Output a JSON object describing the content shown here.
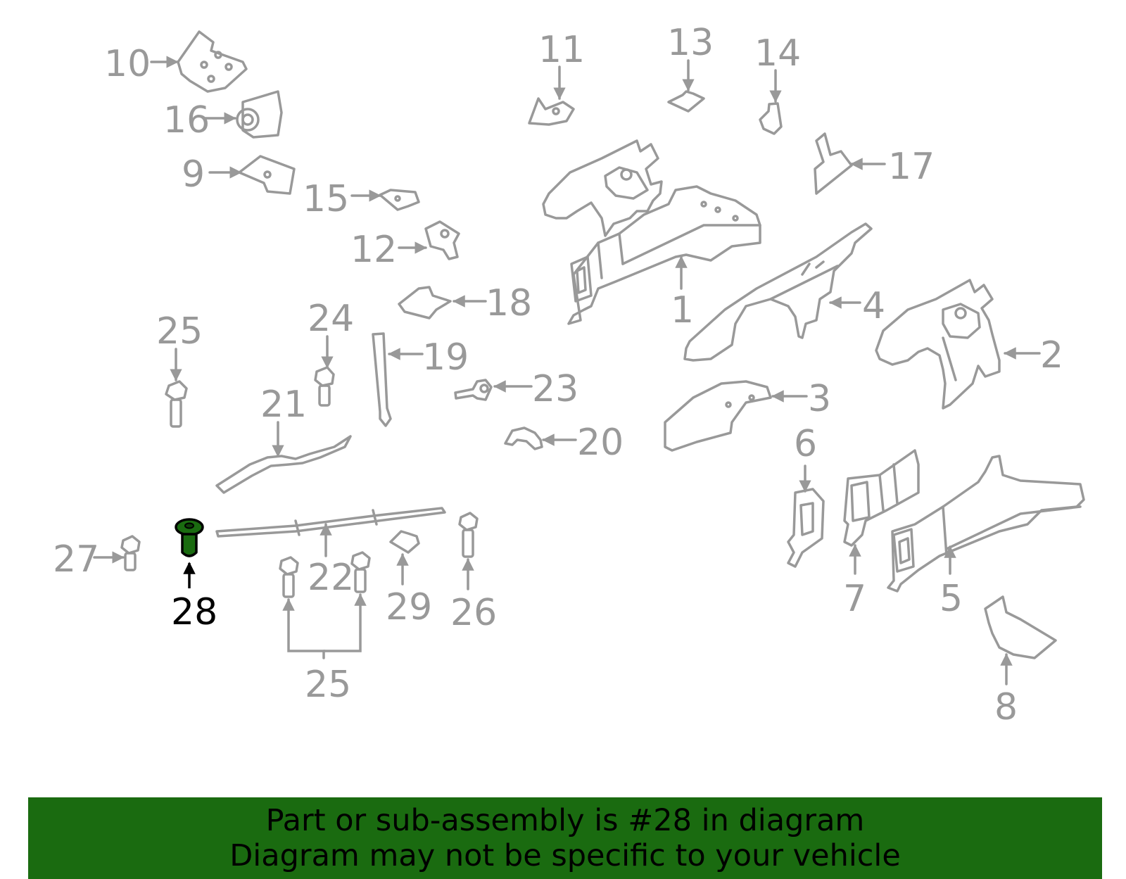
{
  "highlighted_part": "28",
  "colors": {
    "part_stroke": "#999999",
    "highlight_fill": "#1a6b10",
    "banner_bg": "#1a6b10",
    "banner_text": "#000000"
  },
  "labels": {
    "p1": "1",
    "p2": "2",
    "p3": "3",
    "p4": "4",
    "p5": "5",
    "p6": "6",
    "p7": "7",
    "p8": "8",
    "p9": "9",
    "p10": "10",
    "p11": "11",
    "p12": "12",
    "p13": "13",
    "p14": "14",
    "p15": "15",
    "p16": "16",
    "p17": "17",
    "p18": "18",
    "p19": "19",
    "p20": "20",
    "p21": "21",
    "p22": "22",
    "p23": "23",
    "p24": "24",
    "p25a": "25",
    "p25b": "25",
    "p26": "26",
    "p27": "27",
    "p28": "28",
    "p29": "29"
  },
  "banner": {
    "line1": "Part or sub-assembly is #28 in diagram",
    "line2": "Diagram may not be specific to your vehicle"
  }
}
